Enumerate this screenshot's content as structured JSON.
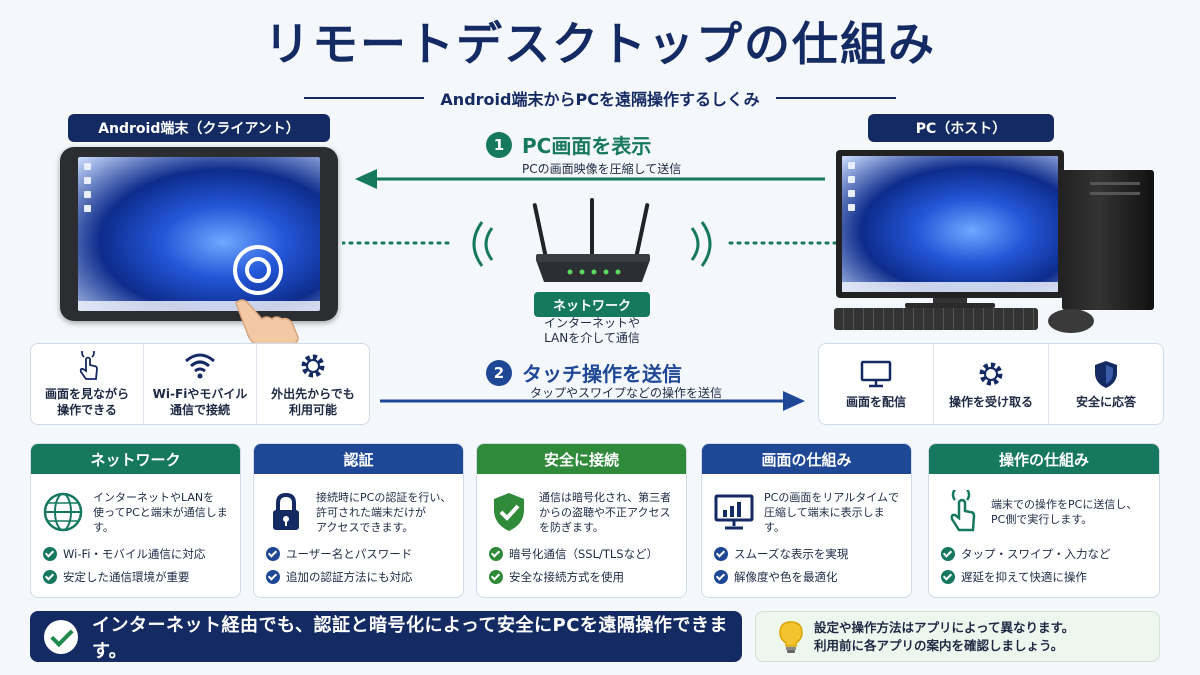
{
  "header": {
    "title": "リモートデスクトップの仕組み",
    "subtitle": "Android端末からPCを遠隔操作するしくみ"
  },
  "client": {
    "label": "Android端末（クライアント）"
  },
  "host": {
    "label": "PC（ホスト）"
  },
  "flow": {
    "step1": {
      "num": "1",
      "title": "PC画面を表示",
      "desc": "PCの画面映像を圧縮して送信"
    },
    "step2": {
      "num": "2",
      "title": "タッチ操作を送信",
      "desc": "タップやスワイプなどの操作を送信"
    }
  },
  "network": {
    "label": "ネットワーク",
    "desc_line1": "インターネットや",
    "desc_line2": "LANを介して通信"
  },
  "client_features": [
    {
      "icon": "touch-icon",
      "line1": "画面を見ながら",
      "line2": "操作できる"
    },
    {
      "icon": "wifi-icon",
      "line1": "Wi-Fiやモバイル",
      "line2": "通信で接続"
    },
    {
      "icon": "gear-icon",
      "line1": "外出先からでも",
      "line2": "利用可能"
    }
  ],
  "host_features": [
    {
      "icon": "monitor-icon",
      "label": "画面を配信"
    },
    {
      "icon": "gear-icon",
      "label": "操作を受け取る"
    },
    {
      "icon": "shield-icon",
      "label": "安全に応答"
    }
  ],
  "cards": [
    {
      "title": "ネットワーク",
      "color": "#16795f",
      "icon": "globe-icon",
      "desc1": "インターネットやLANを",
      "desc2": "使ってPCと端末が通信します。",
      "desc3": "",
      "bullet1": "Wi-Fi・モバイル通信に対応",
      "bullet2": "安定した通信環境が重要"
    },
    {
      "title": "認証",
      "color": "#1e4896",
      "icon": "lock-icon",
      "desc1": "接続時にPCの認証を行い、",
      "desc2": "許可された端末だけが",
      "desc3": "アクセスできます。",
      "bullet1": "ユーザー名とパスワード",
      "bullet2": "追加の認証方法にも対応"
    },
    {
      "title": "安全に接続",
      "color": "#2f8a3a",
      "icon": "shield-check-icon",
      "desc1": "通信は暗号化され、第三者",
      "desc2": "からの盗聴や不正アクセス",
      "desc3": "を防ぎます。",
      "bullet1": "暗号化通信（SSL/TLSなど）",
      "bullet2": "安全な接続方式を使用"
    },
    {
      "title": "画面の仕組み",
      "color": "#1e4896",
      "icon": "monitor-chart-icon",
      "desc1": "PCの画面をリアルタイムで",
      "desc2": "圧縮して端末に表示します。",
      "desc3": "",
      "bullet1": "スムーズな表示を実現",
      "bullet2": "解像度や色を最適化"
    },
    {
      "title": "操作の仕組み",
      "color": "#16795f",
      "icon": "touch-icon",
      "desc1": "端末での操作をPCに送信し、",
      "desc2": "PC側で実行します。",
      "desc3": "",
      "bullet1": "タップ・スワイプ・入力など",
      "bullet2": "遅延を抑えて快適に操作"
    }
  ],
  "footer": {
    "main": "インターネット経由でも、認証と暗号化によって安全にPCを遠隔操作できます。",
    "tip1": "設定や操作方法はアプリによって異なります。",
    "tip2": "利用前に各アプリの案内を確認しましょう。"
  },
  "colors": {
    "navy": "#142a62",
    "teal": "#16795f",
    "green": "#2f8a3a",
    "blue": "#1e4896"
  }
}
